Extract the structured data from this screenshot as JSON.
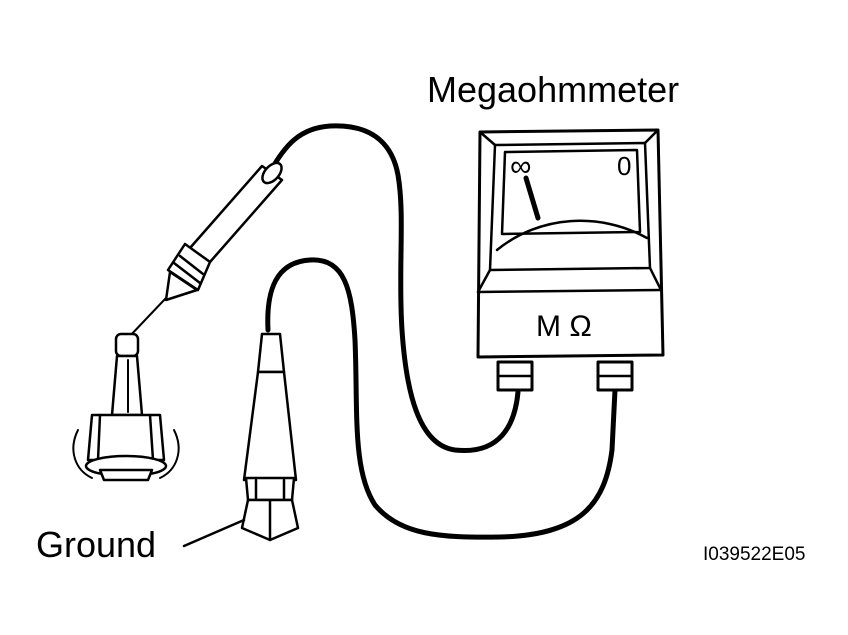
{
  "labels": {
    "meter_title": "Megaohmmeter",
    "ground": "Ground",
    "figure_id": "I039522E05"
  },
  "meter": {
    "unit": "M Ω",
    "scale_left": "∞",
    "scale_right": "0"
  },
  "colors": {
    "ink": "#000000",
    "paper": "#ffffff"
  }
}
